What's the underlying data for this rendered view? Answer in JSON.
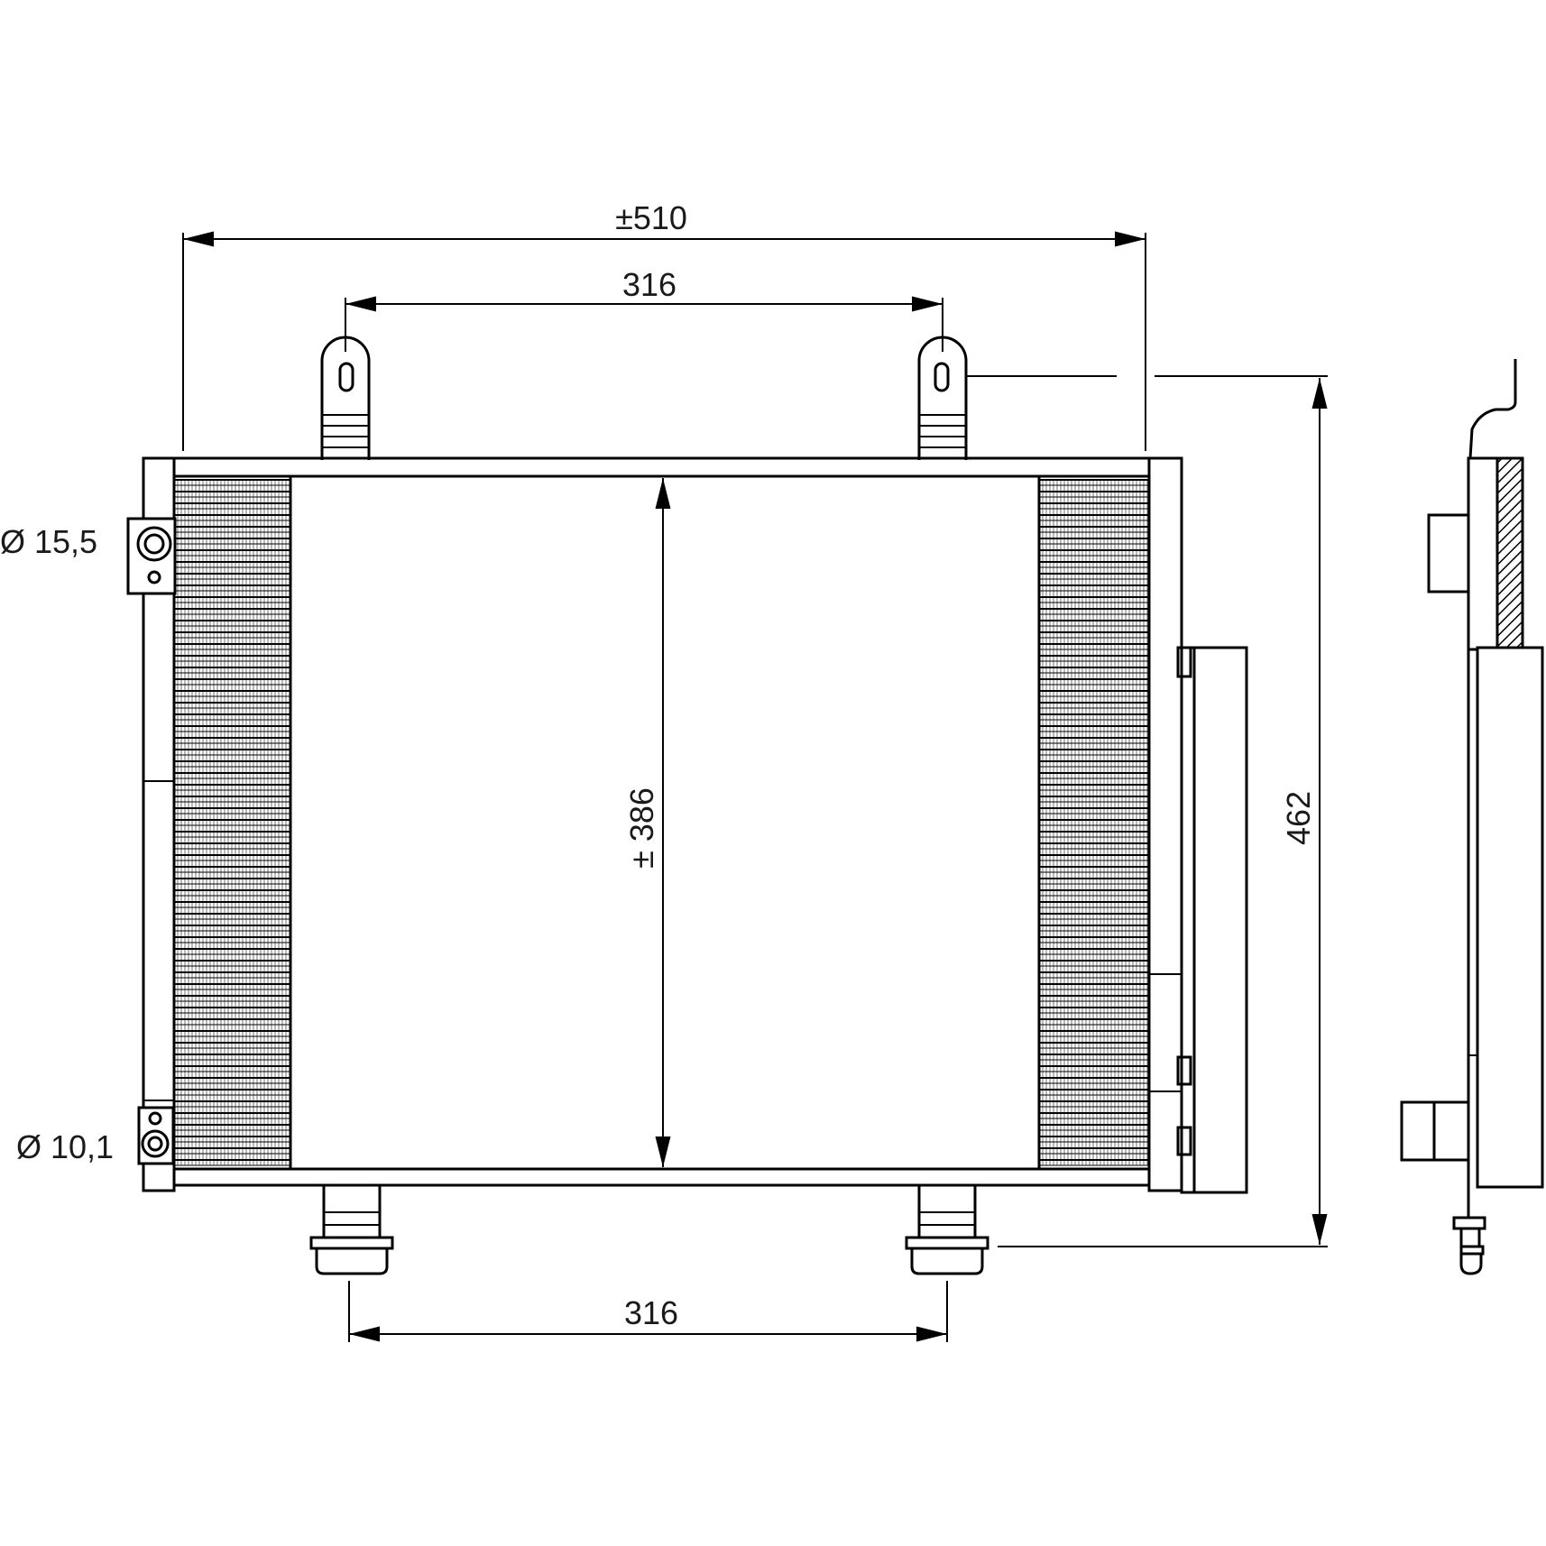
{
  "dimensions": {
    "overall_width": "±510",
    "bracket_spacing_top": "316",
    "bracket_spacing_bottom": "316",
    "core_height": "± 386",
    "overall_height": "462"
  },
  "ports": {
    "inlet_diameter": "Ø 15,5",
    "outlet_diameter": "Ø 10,1"
  },
  "colors": {
    "line": "#000000",
    "background": "#ffffff"
  }
}
